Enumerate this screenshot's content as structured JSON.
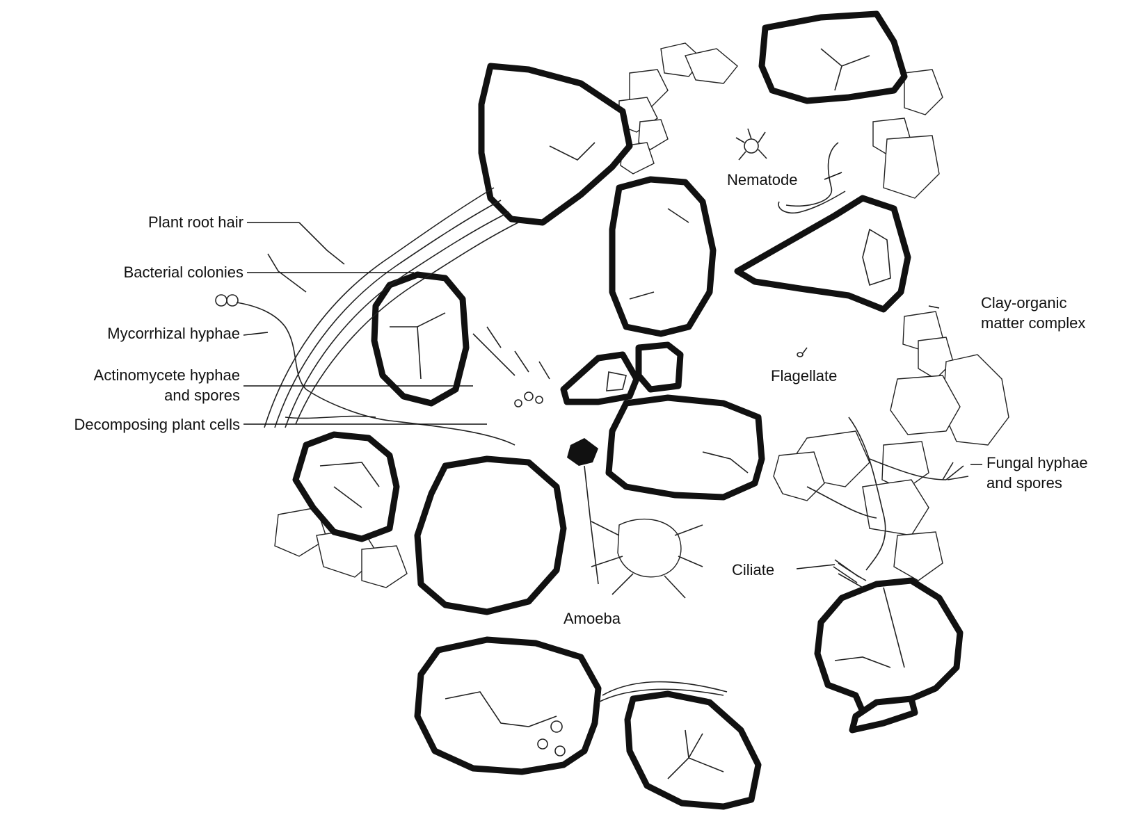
{
  "labels": {
    "plant_root_hair": "Plant root hair",
    "bacterial_colonies": "Bacterial colonies",
    "mycorrhizal_hyphae": "Mycorrhizal hyphae",
    "actinomycete_line1": "Actinomycete hyphae",
    "actinomycete_line2": "and spores",
    "decomposing_plant_cells": "Decomposing plant cells",
    "nematode": "Nematode",
    "clay_line1": "Clay-organic",
    "clay_line2": "matter complex",
    "flagellate": "Flagellate",
    "fungal_line1": "Fungal hyphae",
    "fungal_line2": "and spores",
    "ciliate": "Ciliate",
    "amoeba": "Amoeba"
  },
  "colors": {
    "ink": "#111111",
    "paper": "#ffffff"
  }
}
